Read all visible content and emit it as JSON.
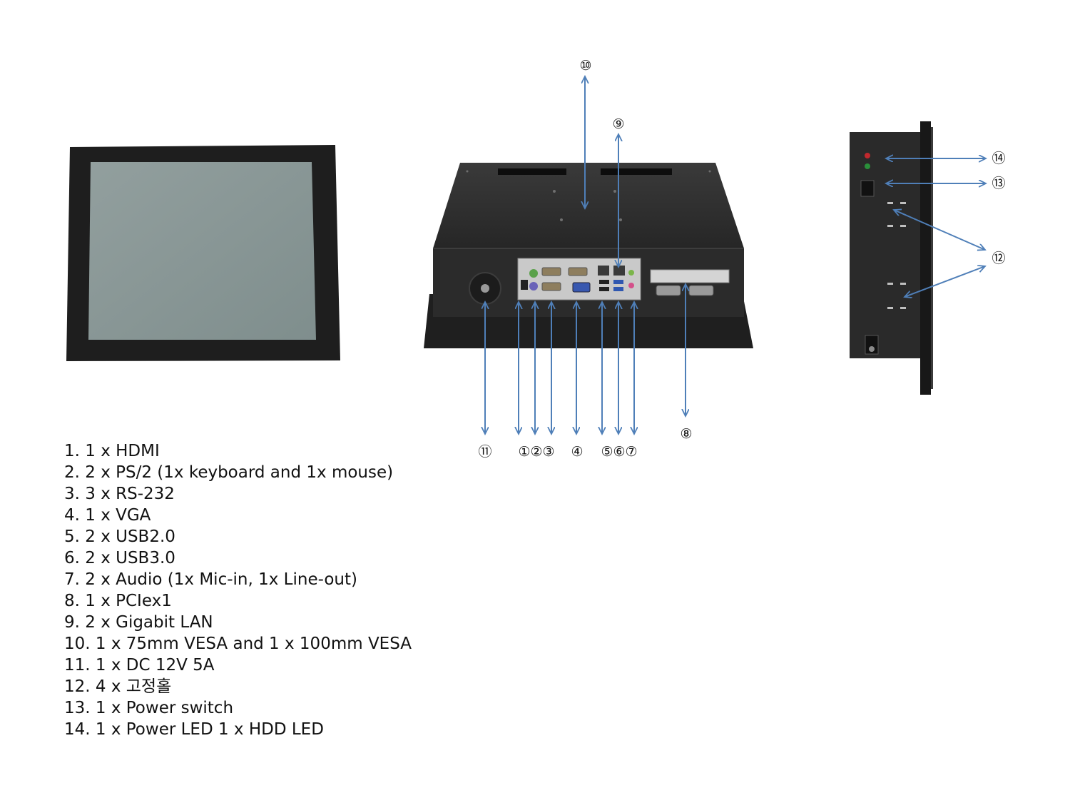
{
  "callouts": {
    "c10": "⑩",
    "c9": "⑨",
    "c11": "⑪",
    "c1to3": "①②③",
    "c4": "④",
    "c5to7": "⑤⑥⑦",
    "c8": "⑧",
    "c14": "⑭",
    "c13": "⑬",
    "c12": "⑫"
  },
  "specs": [
    "1. 1 x HDMI",
    "2. 2 x PS/2 (1x keyboard and 1x mouse)",
    "3. 3 x RS-232",
    "4. 1 x VGA",
    "5. 2 x USB2.0",
    "6. 2 x USB3.0",
    "7. 2 x Audio (1x Mic-in, 1x Line-out)",
    "8. 1 x PCIex1",
    "9. 2 x Gigabit LAN",
    "10. 1 x 75mm VESA and 1 x 100mm VESA",
    "11. 1 x DC 12V 5A",
    "12. 4 x 고정홀",
    "13. 1 x Power switch",
    "14. 1 x Power LED 1 x HDD LED"
  ],
  "colors": {
    "arrow": "#4f7fb8",
    "bezel": "#1e1e1e",
    "screen": "#8a9998",
    "chassis": "#2a2a2a",
    "led_red": "#c0282d",
    "led_green": "#2a8f3a"
  }
}
